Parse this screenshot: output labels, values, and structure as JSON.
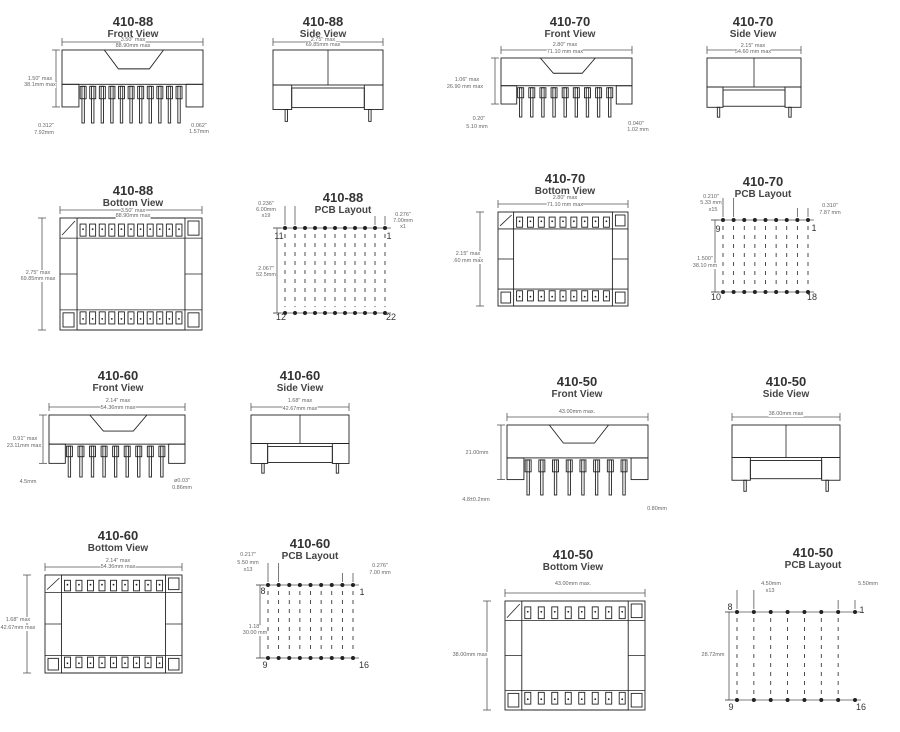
{
  "panels": [
    {
      "model": "410-88",
      "view": "Front View",
      "labels": [
        "3.50\" max",
        "88.90mm max",
        "1.50\" max",
        "38.1mm max",
        "0.312\"",
        "7.92mm",
        "0.062\"",
        "1.57mm"
      ],
      "pins": []
    },
    {
      "model": "410-88",
      "view": "Side View",
      "labels": [
        "2.75\" max",
        "69.85mm max"
      ],
      "pins": []
    },
    {
      "model": "410-70",
      "view": "Front View",
      "labels": [
        "2.80\" max",
        "71.10 mm max",
        "1.06\" max",
        "26.90 mm max",
        "0.20\"",
        "5.10 mm",
        "0.040\"",
        "1.02 mm"
      ],
      "pins": []
    },
    {
      "model": "410-70",
      "view": "Side View",
      "labels": [
        "2.15\" max",
        "54.60 mm max"
      ],
      "pins": []
    },
    {
      "model": "410-88",
      "view": "Bottom View",
      "labels": [
        "3.50\" max",
        "88.90mm max",
        "2.75\" max",
        "69.85mm max"
      ],
      "pins": []
    },
    {
      "model": "410-88",
      "view": "PCB Layout",
      "labels": [
        "0.236\"",
        "6.00mm",
        "x19",
        "0.276\"",
        "7.00mm",
        "x1",
        "2.067\"",
        "52.5mm"
      ],
      "pins": [
        "11",
        "1",
        "12",
        "22"
      ]
    },
    {
      "model": "410-70",
      "view": "Bottom View",
      "labels": [
        "2.80\" max",
        "71.10 mm max",
        "2.15\" max",
        ".60 mm max"
      ],
      "pins": []
    },
    {
      "model": "410-70",
      "view": "PCB Layout",
      "labels": [
        "0.210\"",
        "5.33 mm",
        "x15",
        "0.310\"",
        "7.87 mm",
        "1.500\"",
        "38.10 mm"
      ],
      "pins": [
        "9",
        "1",
        "10",
        "18"
      ]
    },
    {
      "model": "410-60",
      "view": "Front View",
      "labels": [
        "2.14\" max",
        "54.36mm max",
        "0.91\" max",
        "23.11mm max",
        "4.5mm",
        "ø0.03\"",
        "0.86mm"
      ],
      "pins": []
    },
    {
      "model": "410-60",
      "view": "Side View",
      "labels": [
        "1.68\" max",
        "42.67mm max"
      ],
      "pins": []
    },
    {
      "model": "410-50",
      "view": "Front View",
      "labels": [
        "43.00mm max.",
        "21.00mm",
        "4.8±0.2mm",
        "0.80mm"
      ],
      "pins": []
    },
    {
      "model": "410-50",
      "view": "Side View",
      "labels": [
        "38.00mm max"
      ],
      "pins": []
    },
    {
      "model": "410-60",
      "view": "Bottom View",
      "labels": [
        "2.14\" max",
        "54.36mm max",
        "1.68\" max",
        "42.67mm max"
      ],
      "pins": []
    },
    {
      "model": "410-60",
      "view": "PCB Layout",
      "labels": [
        "0.217\"",
        "5.50 mm",
        "x13",
        "0.276\"",
        "7.00 mm",
        "1.18\"",
        "30.00 mm"
      ],
      "pins": [
        "8",
        "1",
        "9",
        "16"
      ]
    },
    {
      "model": "410-50",
      "view": "Bottom View",
      "labels": [
        "43.00mm max.",
        "38.00mm max"
      ],
      "pins": []
    },
    {
      "model": "410-50",
      "view": "PCB Layout",
      "labels": [
        "4.50mm",
        "x13",
        "5.50mm",
        "28.72mm"
      ],
      "pins": [
        "8",
        "1",
        "9",
        "16"
      ]
    }
  ],
  "colors": {
    "line": "#222222",
    "dim": "#555555"
  }
}
